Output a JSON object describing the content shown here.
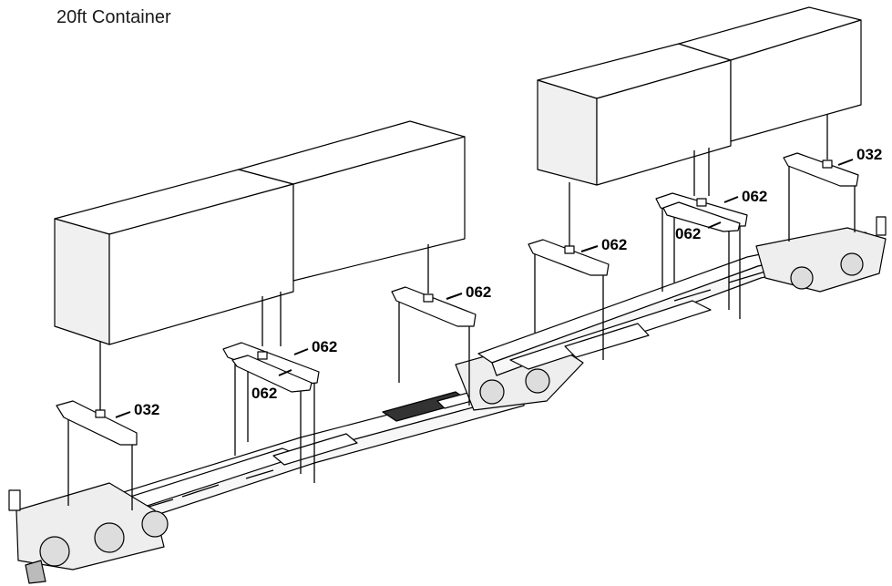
{
  "title": "20ft Container",
  "labels": {
    "l1": "032",
    "l2": "062",
    "l3": "062",
    "l4": "062",
    "l5": "062",
    "l6": "062",
    "l7": "062",
    "l8": "032"
  },
  "colors": {
    "line": "#000000",
    "box_front": "#ffffff",
    "box_side": "#f4f4f4",
    "fill": "#ffffff"
  }
}
